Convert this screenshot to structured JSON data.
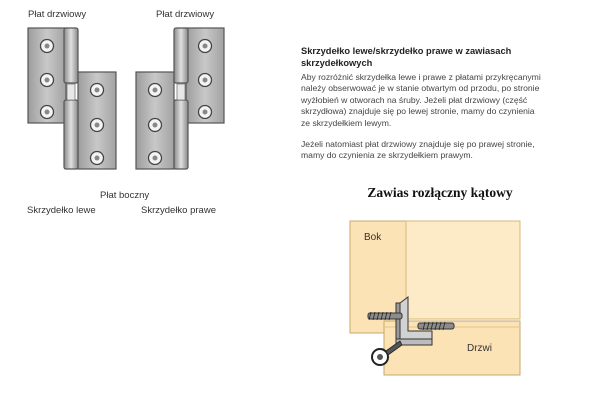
{
  "hinges": {
    "top_label_left": "Płat drzwiowy",
    "top_label_right": "Płat drzwiowy",
    "side_label": "Płat boczny",
    "left_caption": "Skrzydełko lewe",
    "right_caption": "Skrzydełko prawe"
  },
  "text": {
    "heading_line1": "Skrzydełko lewe/skrzydełko prawe w zawiasach",
    "heading_line2": "skrzydełkowych",
    "para1": [
      "Aby rozróżnić skrzydełka lewe i prawe z płatami przykręcanymi",
      "należy obserwować je w stanie otwartym od przodu, po stronie",
      "wyżłobień w otworach na śruby. Jeżeli płat drzwiowy (część",
      "skrzydłowa) znajduje się po lewej stronie, mamy do czynienia",
      "ze skrzydełkiem lewym."
    ],
    "para2": [
      "Jeżeli natomiast płat drzwiowy znajduje się po prawej stronie,",
      "mamy do czynienia ze skrzydełkiem prawym."
    ]
  },
  "detail": {
    "title": "Zawias rozłączny kątowy",
    "label_side": "Bok",
    "label_door": "Drzwi"
  },
  "colors": {
    "metal": "#b8b8b8",
    "metal_dark": "#6e6e6e",
    "wood": "#fbe3b5",
    "wood_edge": "#d8b878"
  }
}
